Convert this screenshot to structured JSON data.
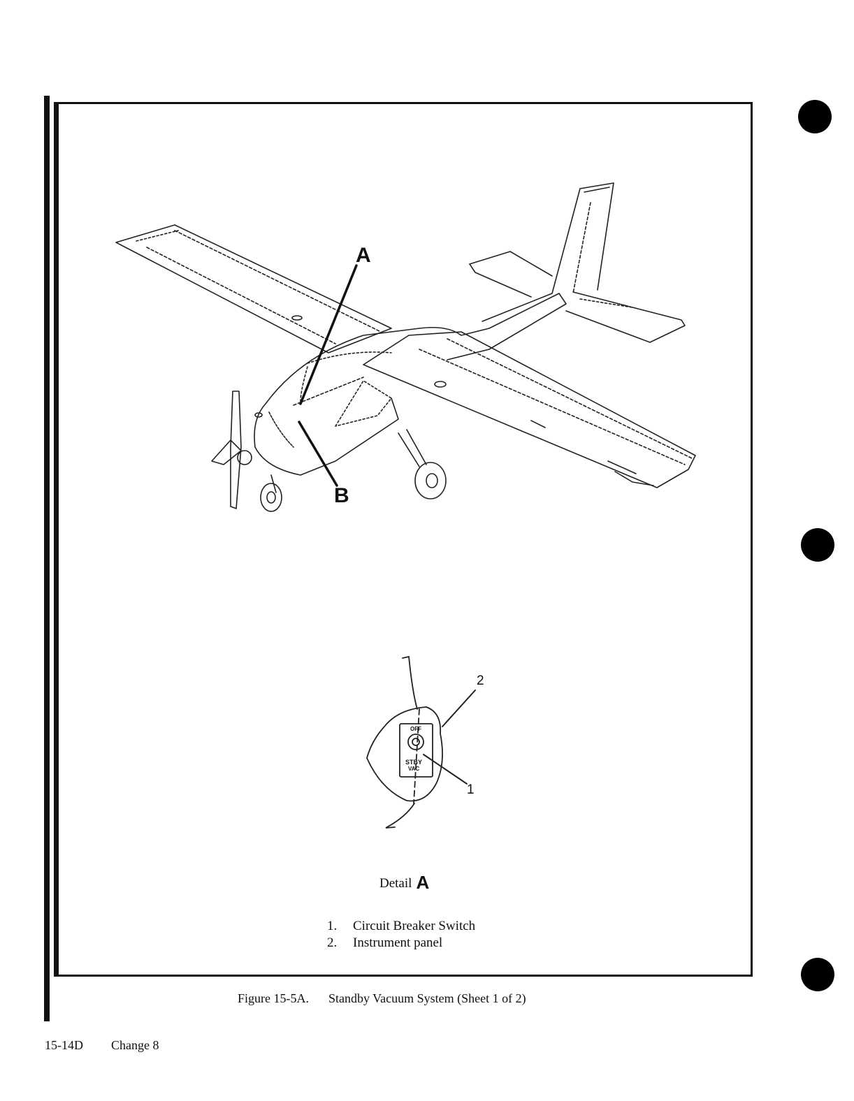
{
  "figure": {
    "callout_a": "A",
    "callout_b": "B",
    "detail": {
      "label": "Detail",
      "letter": "A",
      "item_1_callout": "1",
      "item_2_callout": "2",
      "switch_label_top": "OFF",
      "switch_label_bottom_1": "STBY",
      "switch_label_bottom_2": "VAC"
    },
    "legend": [
      {
        "number": "1.",
        "text": "Circuit Breaker Switch"
      },
      {
        "number": "2.",
        "text": "Instrument panel"
      }
    ],
    "caption_number": "Figure 15-5A.",
    "caption_title": "Standby Vacuum System (Sheet 1 of 2)"
  },
  "footer": {
    "page_number": "15-14D",
    "change": "Change 8"
  }
}
